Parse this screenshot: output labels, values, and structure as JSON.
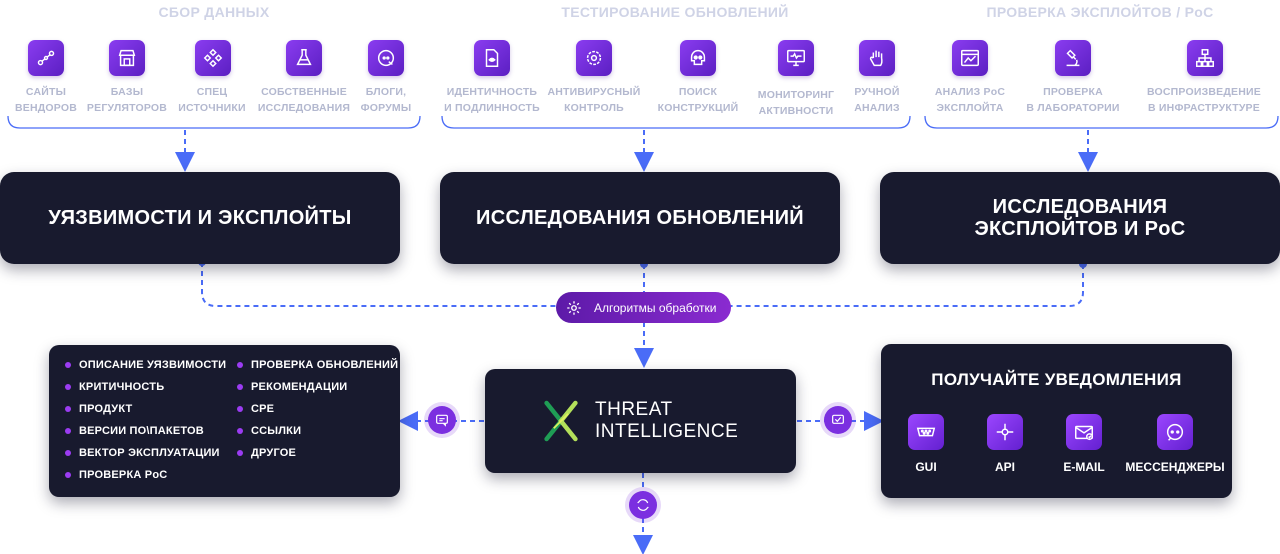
{
  "sections": {
    "collect": "СБОР ДАННЫХ",
    "updates": "ТЕСТИРОВАНИЕ ОБНОВЛЕНИЙ",
    "poc": "ПРОВЕРКА ЭКСПЛОЙТОВ / PoC"
  },
  "sources": {
    "vendors": "САЙТЫ\nВЕНДОРОВ",
    "regulators": "БАЗЫ\nРЕГУЛЯТОРОВ",
    "special": "СПЕЦ\nИСТОЧНИКИ",
    "research": "СОБСТВЕННЫЕ\nИССЛЕДОВАНИЯ",
    "blogs": "БЛОГИ,\nФОРУМЫ",
    "identity": "ИДЕНТИЧНОСТЬ\nИ ПОДЛИННОСТЬ",
    "antivirus": "АНТИВИРУСНЫЙ\nКОНТРОЛЬ",
    "search": "ПОИСК\nКОНСТРУКЦИЙ",
    "monitoring": "МОНИТОРИНГ\nАКТИВНОСТИ",
    "manual": "РУЧНОЙ\nАНАЛИЗ",
    "poc_analysis": "АНАЛИЗ PoC\nЭКСПЛОЙТА",
    "lab": "ПРОВЕРКА\nВ ЛАБОРАТОРИИ",
    "infra": "ВОСПРОИЗВЕДЕНИЕ\nВ ИНФРАСТРУКТУРЕ"
  },
  "blocks": {
    "vulns": "УЯЗВИМОСТИ И ЭКСПЛОЙТЫ",
    "updates": "ИССЛЕДОВАНИЯ ОБНОВЛЕНИЙ",
    "poc": "ИССЛЕДОВАНИЯ\nЭКСПЛОЙТОВ И PoC"
  },
  "algorithms": "Алгоритмы обработки",
  "product": {
    "line1": "THREAT",
    "line2": "INTELLIGENCE"
  },
  "attributes": {
    "left": [
      "ОПИСАНИЕ УЯЗВИМОСТИ",
      "КРИТИЧНОСТЬ",
      "ПРОДУКТ",
      "ВЕРСИИ ПО\\ПАКЕТОВ",
      "ВЕКТОР ЭКСПЛУАТАЦИИ",
      "ПРОВЕРКА PoC"
    ],
    "right": [
      "ПРОВЕРКА ОБНОВЛЕНИЙ",
      "РЕКОМЕНДАЦИИ",
      "CPE",
      "ССЫЛКИ",
      "ДРУГОЕ"
    ]
  },
  "notifications": {
    "title": "ПОЛУЧАЙТЕ УВЕДОМЛЕНИЯ",
    "channels": [
      "GUI",
      "API",
      "E-MAIL",
      "МЕССЕНДЖЕРЫ"
    ]
  },
  "icons": {
    "vendors": "share-network-icon",
    "regulators": "storefront-icon",
    "special": "diamond-grid-icon",
    "research": "flask-icon",
    "blogs": "chat-bubbles-icon",
    "identity": "document-eye-icon",
    "antivirus": "gear-shield-icon",
    "search": "skull-icon",
    "monitoring": "monitor-pulse-icon",
    "manual": "hand-icon",
    "poc_analysis": "chart-window-icon",
    "lab": "microscope-icon",
    "infra": "hierarchy-icon",
    "gui": "terminal-port-icon",
    "api": "plug-icon",
    "email": "mail-icon",
    "messengers": "messenger-icon"
  },
  "colors": {
    "accent": "#7b2fe0",
    "dark_block": "#181a2e",
    "connector": "#4a6cf7",
    "label": "#b3b8cf"
  }
}
